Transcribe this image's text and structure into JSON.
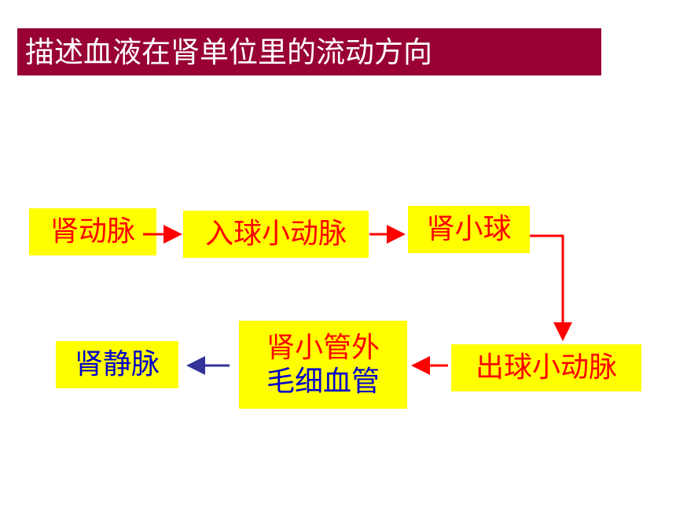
{
  "title": "描述血液在肾单位里的流动方向",
  "nodes": {
    "renal_artery": "肾动脉",
    "afferent_arteriole": "入球小动脉",
    "glomerulus": "肾小球",
    "efferent_arteriole": "出球小动脉",
    "peritubular_capillaries_line1": "肾小管外",
    "peritubular_capillaries_line2": "毛细血管",
    "renal_vein": "肾静脉"
  },
  "colors": {
    "title_background": "#990033",
    "title_text": "#ffffff",
    "box_background": "#ffff00",
    "red_text": "#ff0000",
    "blue_text": "#0000cc",
    "red_arrow": "#ff0000",
    "blue_arrow": "#333399"
  }
}
